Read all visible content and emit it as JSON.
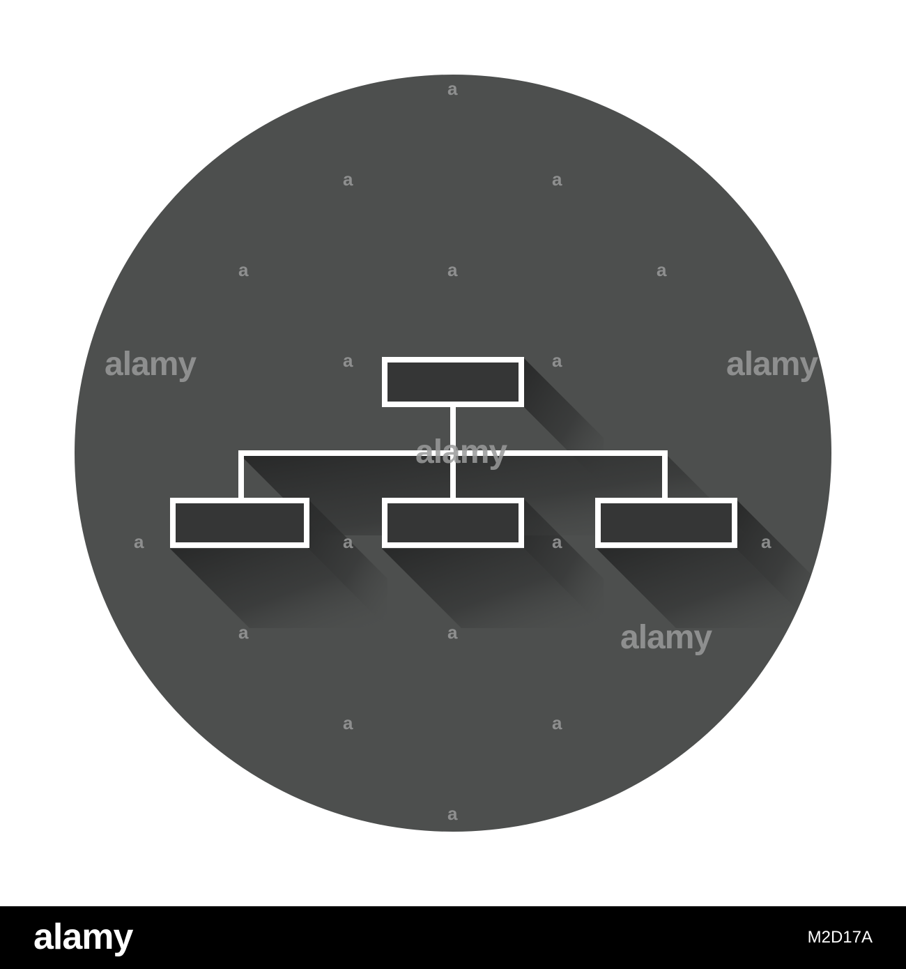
{
  "colors": {
    "background": "#ffffff",
    "circle": "#4d4f4e",
    "shadow": "#2f3030",
    "icon_stroke": "#ffffff",
    "watermark": "#9a9b9b",
    "footer_background": "#000000",
    "footer_text": "#ffffff"
  },
  "icon": {
    "name": "hierarchy-structure-icon",
    "style": "outline with long shadow",
    "nodes": 4,
    "levels": 2
  },
  "watermark": {
    "word": "alamy",
    "letter": "a"
  },
  "footer": {
    "logo": "alamy",
    "image_id": "M2D17A"
  }
}
